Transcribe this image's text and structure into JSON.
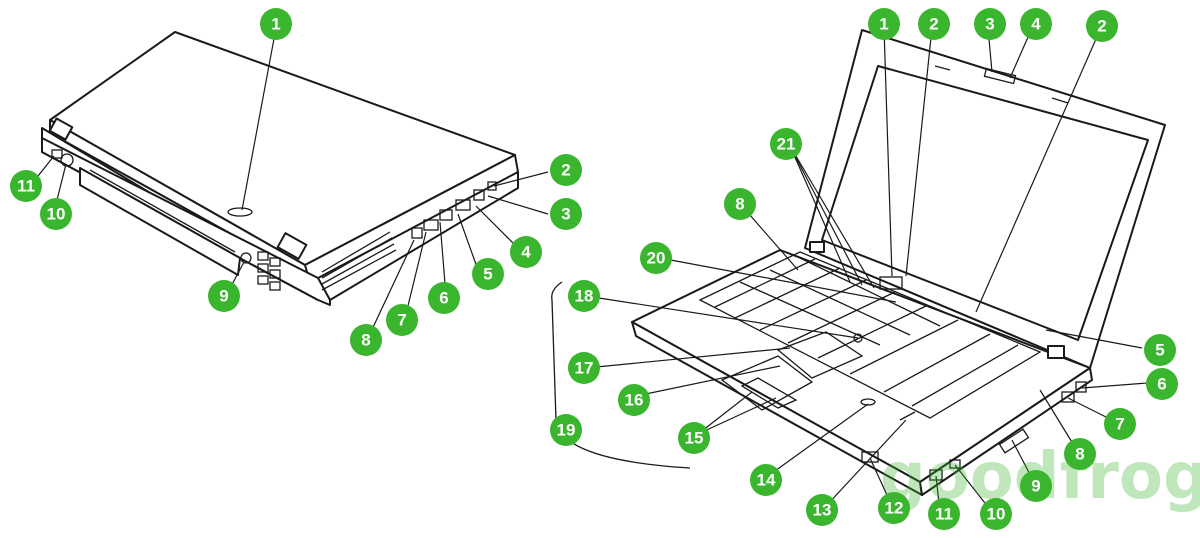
{
  "rear_view": {
    "callouts": [
      "1",
      "2",
      "3",
      "4",
      "5",
      "6",
      "7",
      "8",
      "9",
      "10",
      "11"
    ]
  },
  "front_view": {
    "callouts": [
      "1",
      "2",
      "3",
      "4",
      "2",
      "21",
      "8",
      "20",
      "18",
      "17",
      "16",
      "15",
      "19",
      "14",
      "13",
      "12",
      "11",
      "10",
      "9",
      "8",
      "7",
      "6",
      "5"
    ]
  },
  "watermark": {
    "text": "goodfrog"
  },
  "colors": {
    "badge": "#3ab52e",
    "line": "#1a1a1a"
  }
}
